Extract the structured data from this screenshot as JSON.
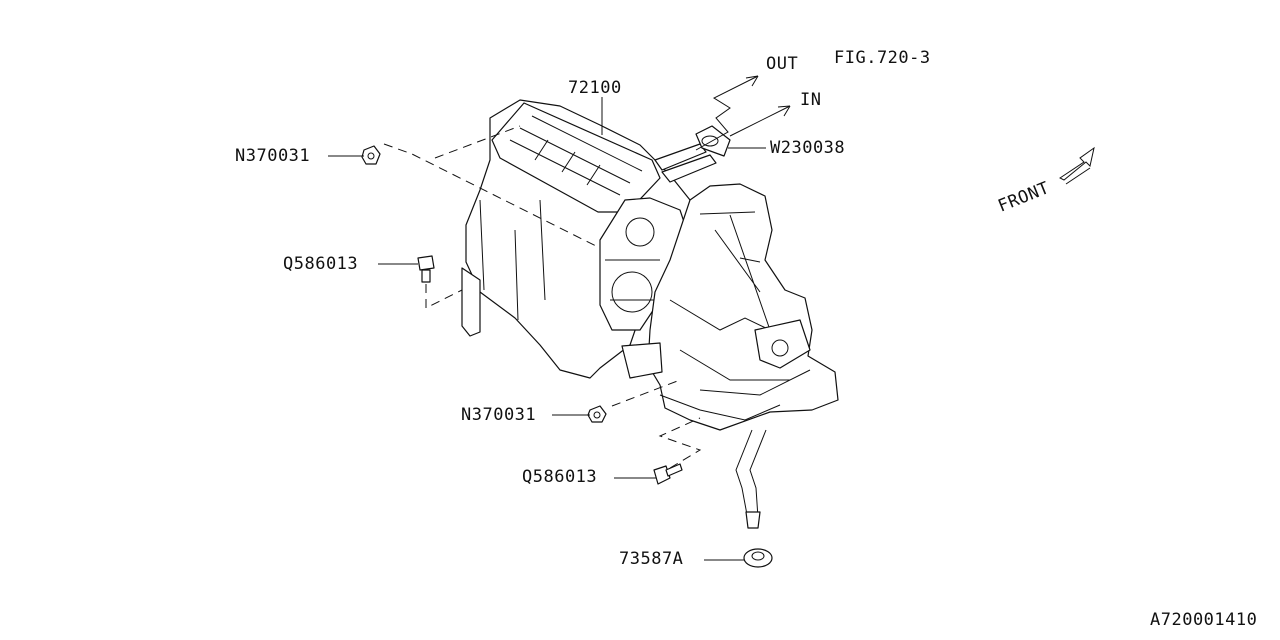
{
  "figure": {
    "fig_ref": "FIG.720-3",
    "drawing_id": "A720001410",
    "front_label": "FRONT",
    "out_label": "OUT",
    "in_label": "IN"
  },
  "callouts": {
    "heater_unit": "72100",
    "nut_upper": "N370031",
    "gasket": "W230038",
    "bolt_upper": "Q586013",
    "nut_lower": "N370031",
    "bolt_lower": "Q586013",
    "grommet": "73587A"
  }
}
